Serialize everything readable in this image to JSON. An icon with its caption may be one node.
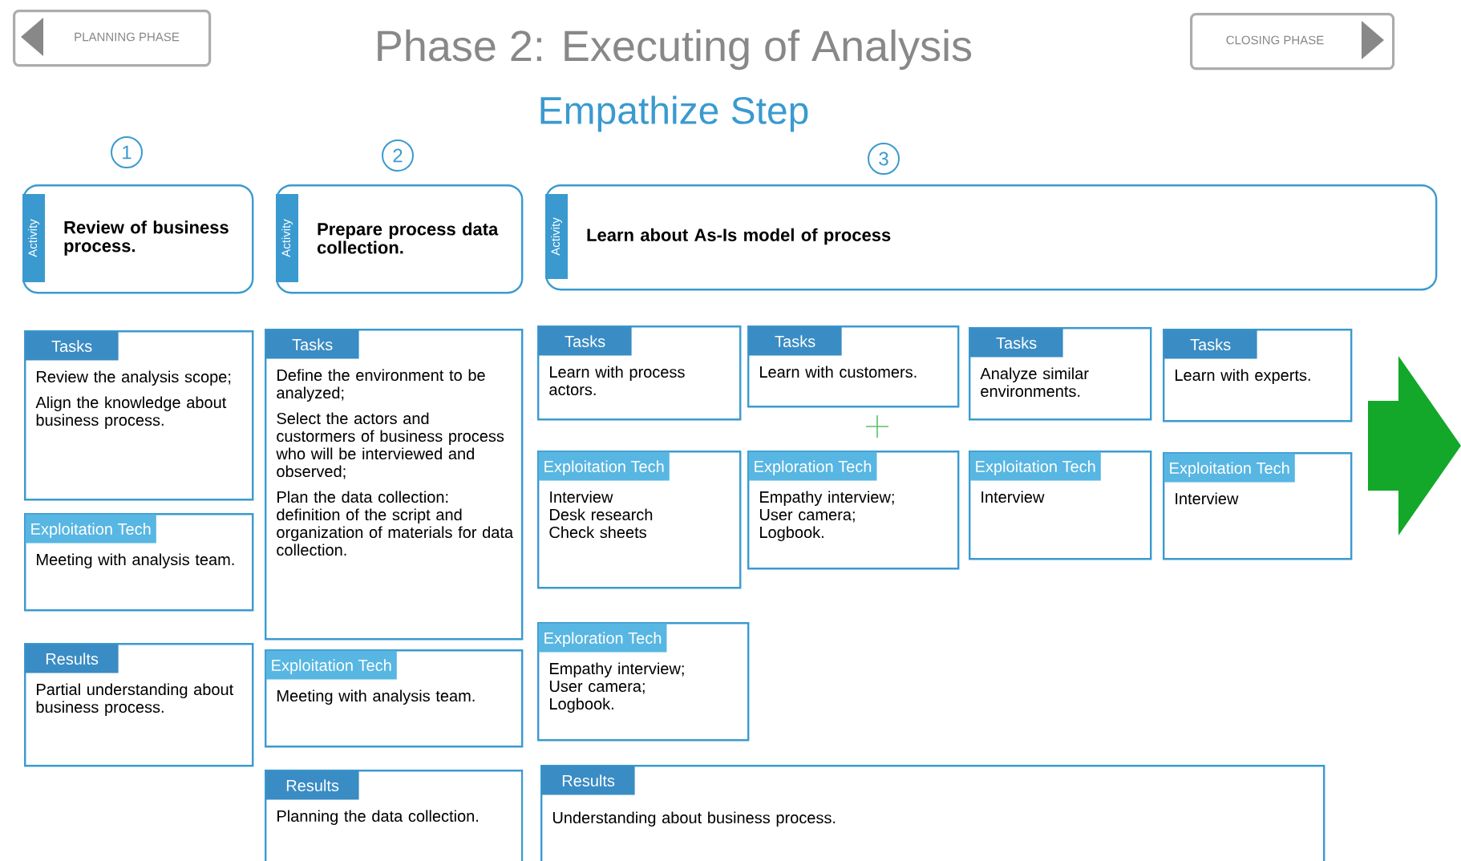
{
  "diagram": {
    "title": "Phase 2: Executing of Analysis",
    "nodes": [
      {
        "text": [
          "PLANNING PHASE"
        ]
      },
      {
        "text": [
          "CLOSING PHASE"
        ]
      },
      {
        "text": [
          "1"
        ]
      },
      {
        "text": [
          "2"
        ]
      },
      {
        "text": [
          "3"
        ]
      },
      {
        "text": [
          "Activity",
          "Review of business process."
        ]
      },
      {
        "text": [
          "Activity",
          "Prepare process data collection."
        ]
      },
      {
        "text": [
          "Activity",
          "Learn about As-Is model of process"
        ]
      },
      {
        "text": [
          "Tasks",
          "Review the analysis scope;",
          "Align the knowledge about business process."
        ]
      },
      {
        "text": [
          "Exploitation Tech",
          "Meeting with analysis team."
        ]
      },
      {
        "text": [
          "Results",
          "Partial understanding about business process."
        ]
      },
      {
        "text": [
          "Tasks",
          "Define the environment to be analyzed;",
          "Select the actors and custormers of business process who will be interviewed and observed;",
          "Plan the data collection: definition of the script and organization of materials for data collection."
        ]
      },
      {
        "text": [
          "Exploitation Tech",
          "Meeting with analysis team."
        ]
      },
      {
        "text": [
          "Results",
          "Planning the data collection."
        ]
      },
      {
        "text": [
          "Tasks",
          "Learn with process actors."
        ]
      },
      {
        "text": [
          "Tasks",
          "Learn with customers."
        ]
      },
      {
        "text": [
          "Tasks",
          "Analyze similar environments."
        ]
      },
      {
        "text": [
          "Tasks",
          "Learn with experts."
        ]
      },
      {
        "text": [
          "Exploitation Tech",
          "Interview",
          "Desk research",
          "Check sheets"
        ]
      },
      {
        "text": [
          "Exploration Tech",
          "Empathy interview;",
          "User camera;",
          "Logbook."
        ]
      },
      {
        "text": [
          "Exploitation Tech",
          "Interview"
        ]
      },
      {
        "text": [
          "Exploitation Tech",
          "Interview"
        ]
      },
      {
        "text": [
          "Exploration Tech",
          "Empathy interview;",
          "User camera;",
          "Logbook."
        ]
      },
      {
        "text": [
          "Results",
          "Understanding about business process."
        ]
      }
    ],
    "labels": [
      "Empathize Step"
    ]
  }
}
